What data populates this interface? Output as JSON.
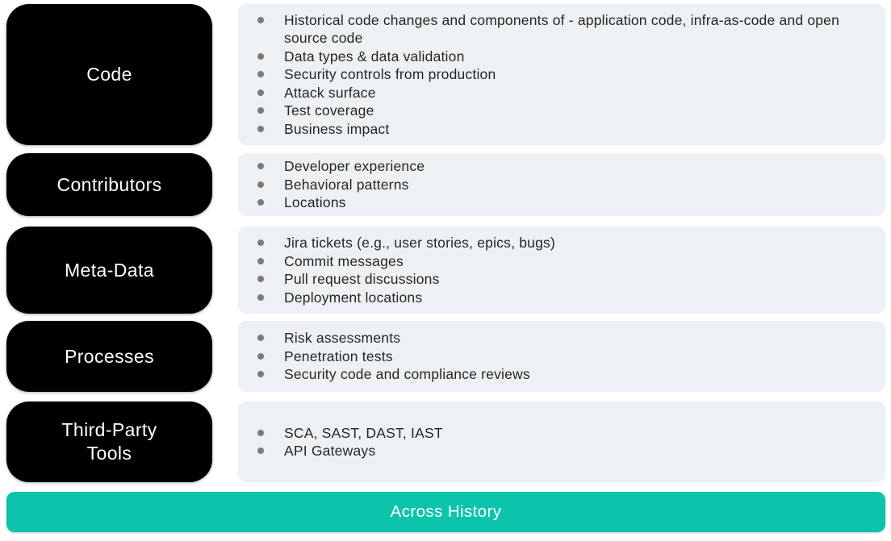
{
  "rows": [
    {
      "label": "Code",
      "items": [
        "Historical code changes and components of - application code, infra-as-code and open source code",
        "Data types & data validation",
        "Security controls from production",
        "Attack surface",
        "Test coverage",
        "Business impact"
      ]
    },
    {
      "label": "Contributors",
      "items": [
        "Developer experience",
        "Behavioral patterns",
        "Locations"
      ]
    },
    {
      "label": "Meta-Data",
      "items": [
        "Jira tickets (e.g., user stories, epics, bugs)",
        "Commit messages",
        "Pull request discussions",
        "Deployment locations"
      ]
    },
    {
      "label": "Processes",
      "items": [
        "Risk assessments",
        "Penetration tests",
        "Security code and compliance reviews"
      ]
    },
    {
      "label": "Third-Party\nTools",
      "items": [
        "SCA, SAST, DAST, IAST",
        "API Gateways"
      ]
    }
  ],
  "footer": {
    "label": "Across History"
  },
  "colors": {
    "box_bg": "#000000",
    "box_text": "#ffffff",
    "panel_bg": "#edf1f4",
    "bullet_dot": "#7b7b7b",
    "body_text": "#262626",
    "footer_bg": "#0cc4ab",
    "footer_text": "#ffffff"
  }
}
